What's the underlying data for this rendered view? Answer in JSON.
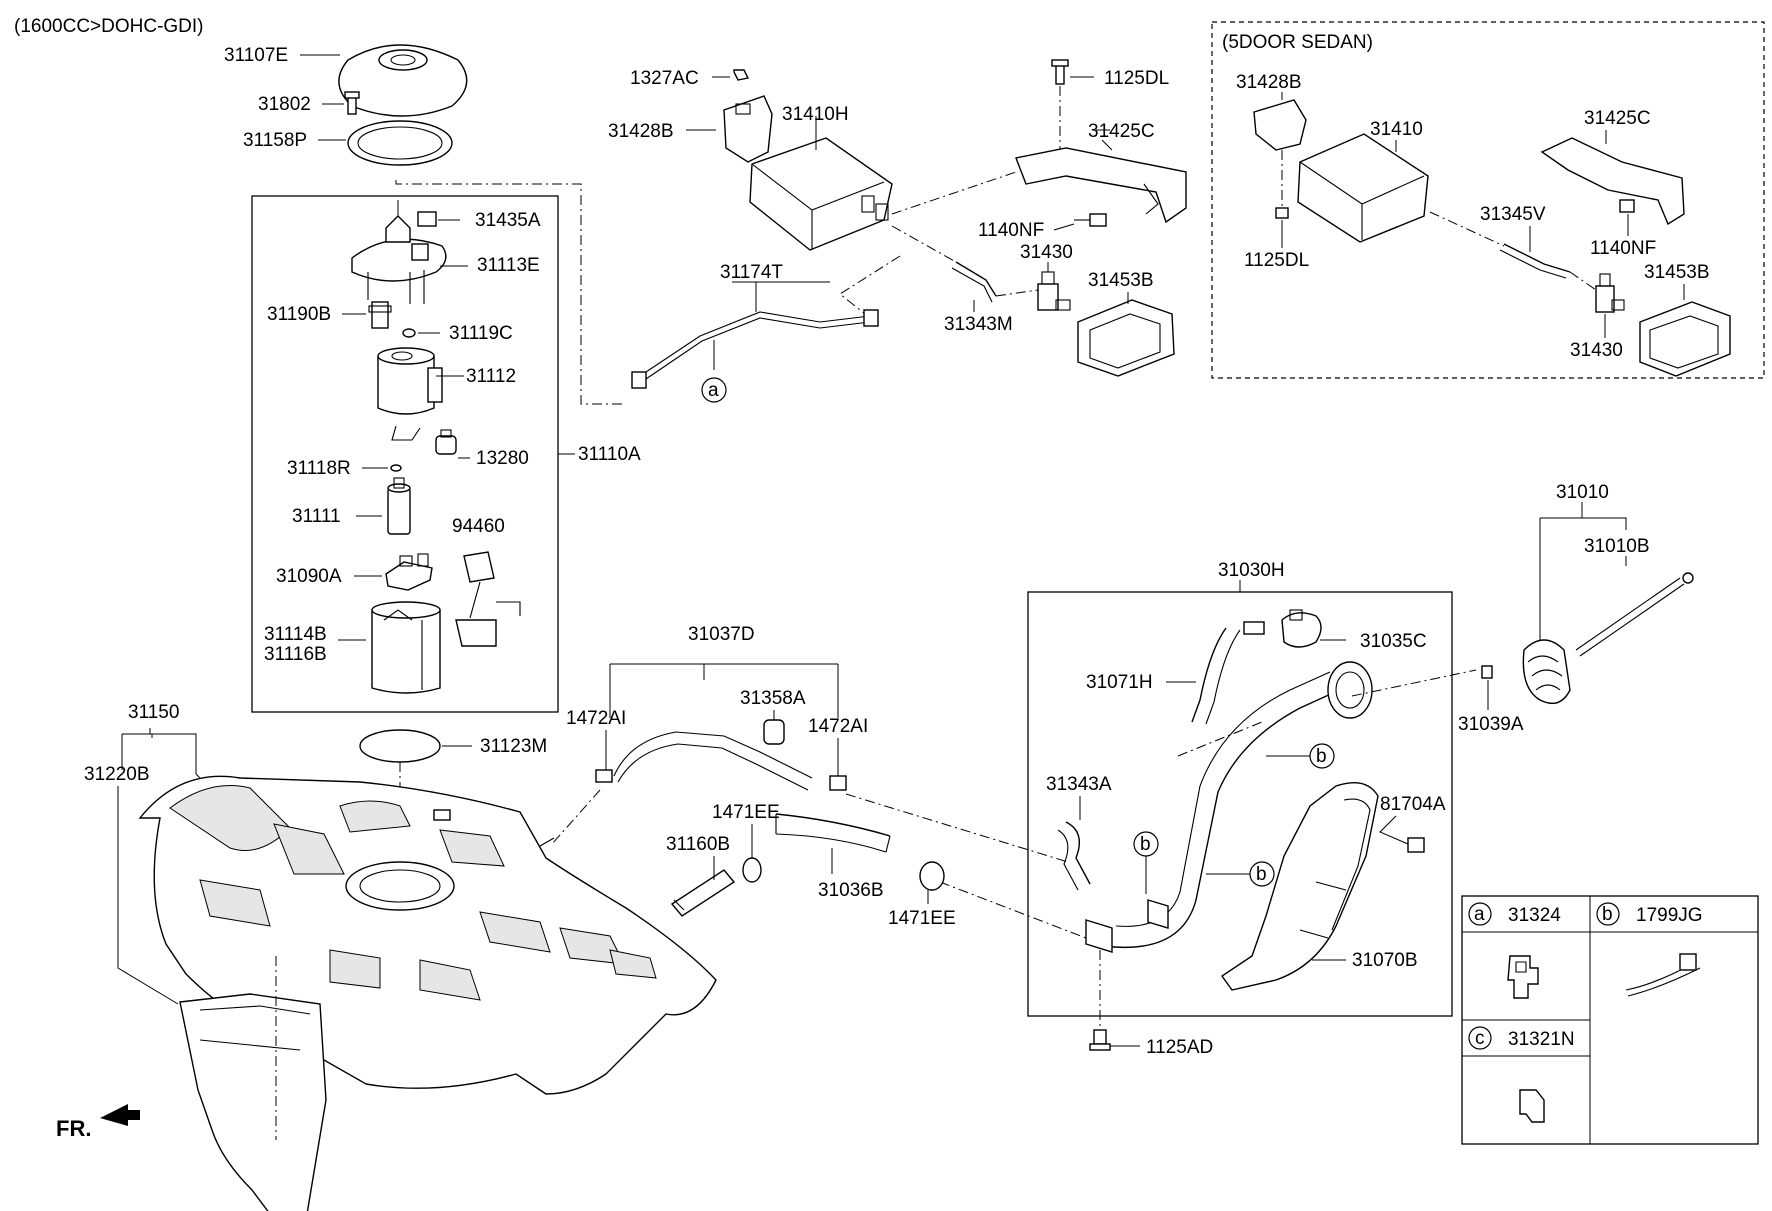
{
  "header": {
    "engine_note": "(1600CC>DOHC-GDI)"
  },
  "sedan_box": {
    "title": "(5DOOR SEDAN)"
  },
  "markers": {
    "a": "a",
    "b": "b",
    "c": "c"
  },
  "front_indicator": "FR.",
  "legend": {
    "a_part": "31324",
    "b_part": "1799JG",
    "c_part": "31321N"
  },
  "labels": {
    "p31107E": "31107E",
    "p31802": "31802",
    "p31158P": "31158P",
    "p31435A": "31435A",
    "p31113E": "31113E",
    "p31190B": "31190B",
    "p31119C": "31119C",
    "p31112": "31112",
    "p13280": "13280",
    "p31118R": "31118R",
    "p31110A": "31110A",
    "p31111": "31111",
    "p94460": "94460",
    "p31090A": "31090A",
    "p31114B": "31114B",
    "p31116B": "31116B",
    "p31123M": "31123M",
    "p31150": "31150",
    "p31220B": "31220B",
    "p1327AC": "1327AC",
    "p31428B": "31428B",
    "p31410H": "31410H",
    "p1125DL": "1125DL",
    "p31425C": "31425C",
    "p1140NF": "1140NF",
    "p31430": "31430",
    "p31453B": "31453B",
    "p31343M": "31343M",
    "p31174T": "31174T",
    "s31428B": "31428B",
    "s31410": "31410",
    "s31425C": "31425C",
    "s31345V": "31345V",
    "s1140NF": "1140NF",
    "s1125DL": "1125DL",
    "s31453B": "31453B",
    "s31430": "31430",
    "p31037D": "31037D",
    "p31358A": "31358A",
    "p1472AI_l": "1472AI",
    "p1472AI_r": "1472AI",
    "p1471EE_t": "1471EE",
    "p31160B": "31160B",
    "p31036B": "31036B",
    "p1471EE_b": "1471EE",
    "p31030H": "31030H",
    "p31035C": "31035C",
    "p31071H": "31071H",
    "p31343A": "31343A",
    "p81704A": "81704A",
    "p31070B": "31070B",
    "p1125AD": "1125AD",
    "p31010": "31010",
    "p31010B": "31010B",
    "p31039A": "31039A"
  }
}
